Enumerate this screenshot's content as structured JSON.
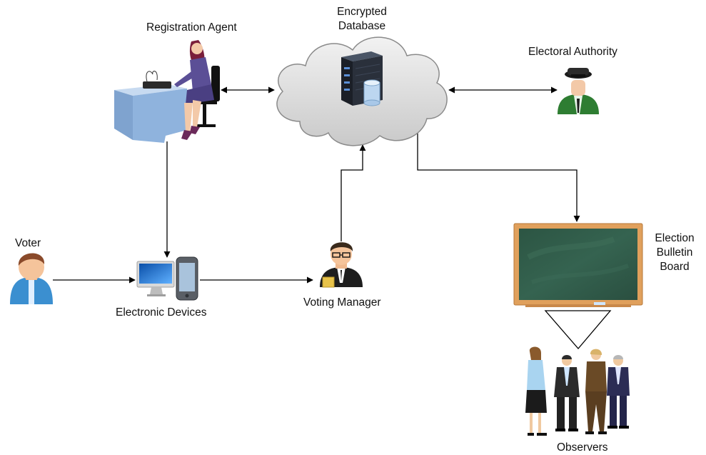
{
  "nodes": {
    "registration_agent": {
      "label": "Registration Agent"
    },
    "encrypted_database": {
      "label_lines": [
        "Encrypted",
        "Database"
      ]
    },
    "electoral_authority": {
      "label": "Electoral Authority"
    },
    "voter": {
      "label": "Voter"
    },
    "electronic_devices": {
      "label": "Electronic Devices"
    },
    "voting_manager": {
      "label": "Voting Manager"
    },
    "election_bulletin_board": {
      "label_lines": [
        "Election",
        "Bulletin",
        "Board"
      ]
    },
    "observers": {
      "label": "Observers"
    }
  },
  "edges": [
    {
      "from": "registration_agent",
      "to": "encrypted_database",
      "direction": "both"
    },
    {
      "from": "encrypted_database",
      "to": "electoral_authority",
      "direction": "both"
    },
    {
      "from": "registration_agent",
      "to": "electronic_devices",
      "direction": "forward"
    },
    {
      "from": "voter",
      "to": "electronic_devices",
      "direction": "forward"
    },
    {
      "from": "electronic_devices",
      "to": "voting_manager",
      "direction": "forward"
    },
    {
      "from": "voting_manager",
      "to": "encrypted_database",
      "direction": "forward"
    },
    {
      "from": "encrypted_database",
      "to": "election_bulletin_board",
      "direction": "forward"
    },
    {
      "from": "election_bulletin_board",
      "to": "observers",
      "direction": "none"
    }
  ],
  "colors": {
    "line": "#000000",
    "cloud_fill": "#d6d6d6",
    "board_frame": "#e0a05c",
    "board_surface": "#2f5a45",
    "agent_suit": "#5b4f96",
    "voter_shirt": "#3b8fd0",
    "authority_uniform": "#2e7d32",
    "desk": "#8fb3dd"
  }
}
